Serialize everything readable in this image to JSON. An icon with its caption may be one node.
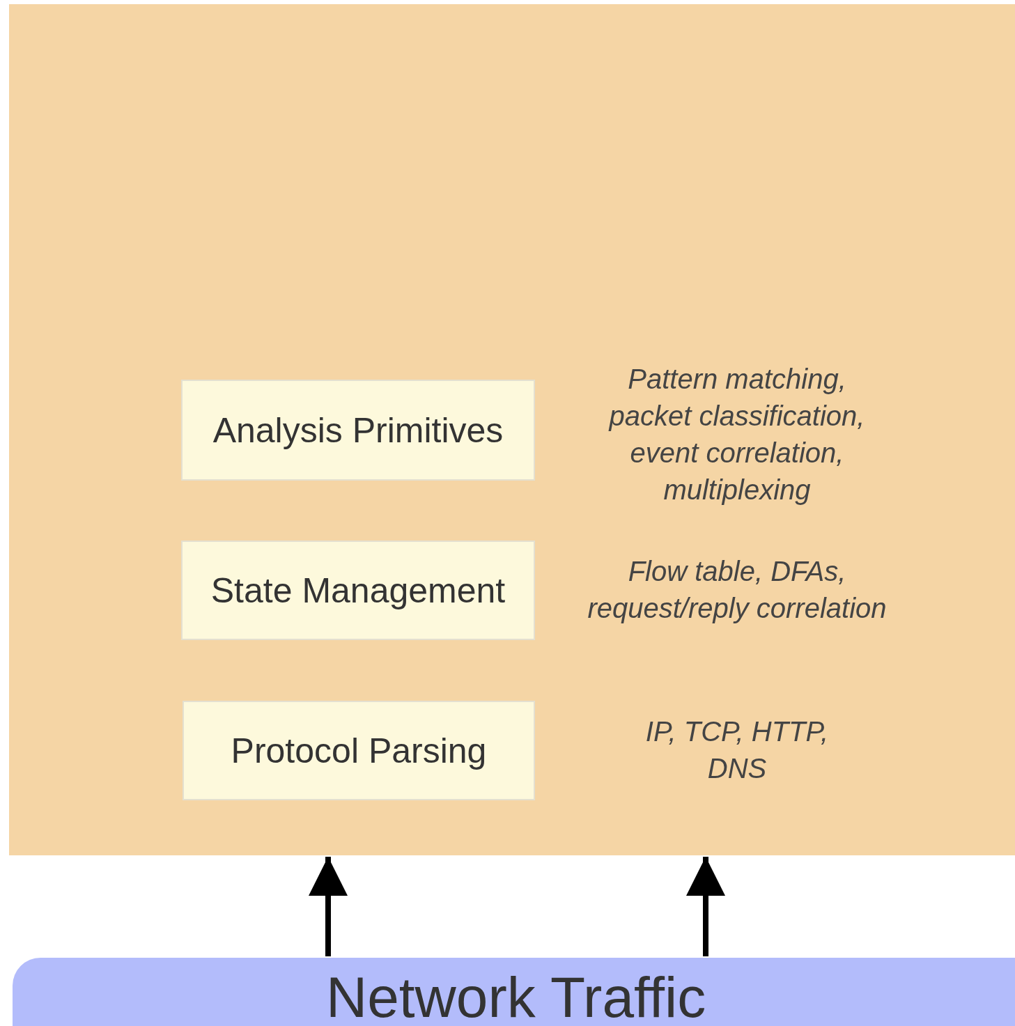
{
  "diagram": {
    "nodes": [
      {
        "text": [],
        "shape": "box"
      },
      {
        "text": [
          "Analysis Primitives"
        ],
        "in": 0,
        "beside": [
          "Pattern matching, packet classification, event correlation, multiplexing"
        ]
      },
      {
        "text": [
          "State Management"
        ],
        "in": 0,
        "beside": [
          "Flow table, DFAs, request/reply correlation"
        ]
      },
      {
        "text": [
          "Protocol Parsing"
        ],
        "in": 0,
        "beside": [
          "IP, TCP, HTTP, DNS"
        ]
      },
      {
        "text": [
          "Network Traffic"
        ]
      }
    ],
    "edges": [
      {
        "from": 4,
        "to": 0,
        "arrow": "to"
      },
      {
        "from": 4,
        "to": 0,
        "arrow": "to"
      }
    ]
  }
}
